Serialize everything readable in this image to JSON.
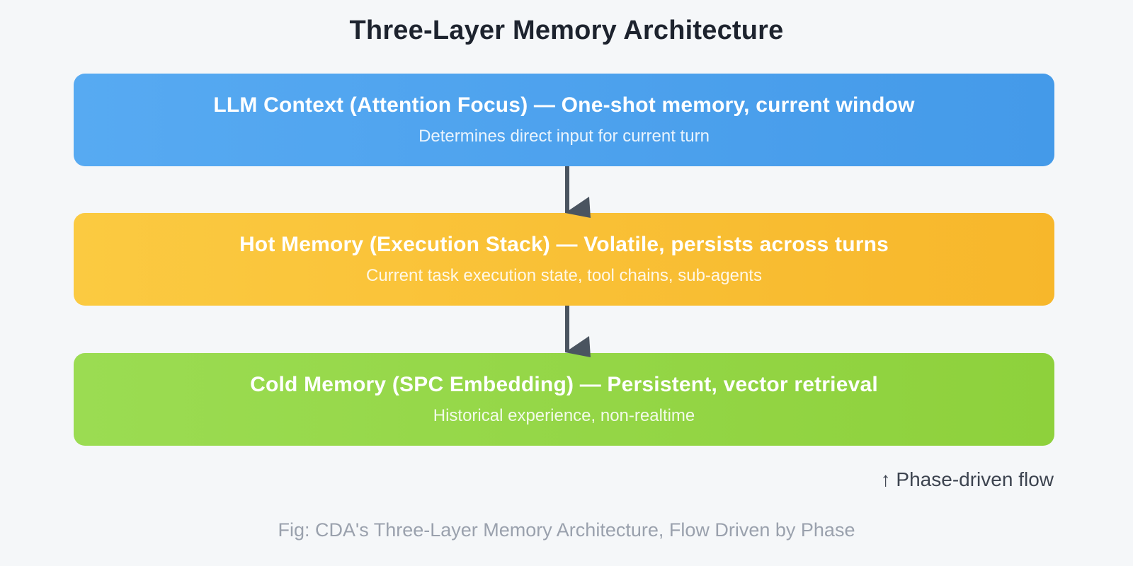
{
  "page": {
    "title": "Three-Layer Memory Architecture",
    "flow_note": "↑ Phase-driven flow",
    "caption": "Fig: CDA's Three-Layer Memory Architecture, Flow Driven by Phase",
    "background": "#f5f7f9",
    "arrow_color": "#4a5460",
    "title_color": "#1d232e",
    "caption_color": "#9aa1ad"
  },
  "layers": [
    {
      "id": "llm-context",
      "title": "LLM Context (Attention Focus) — One-shot memory, current window",
      "subtitle": "Determines direct input for current turn",
      "color_start": "#57aaf2",
      "color_end": "#449ae9"
    },
    {
      "id": "hot-memory",
      "title": "Hot Memory (Execution Stack) — Volatile, persists across turns",
      "subtitle": "Current task execution state, tool chains, sub-agents",
      "color_start": "#fbca41",
      "color_end": "#f7b72b"
    },
    {
      "id": "cold-memory",
      "title": "Cold Memory (SPC Embedding) — Persistent, vector retrieval",
      "subtitle": "Historical experience, non-realtime",
      "color_start": "#9bdc52",
      "color_end": "#8ed13c"
    }
  ]
}
